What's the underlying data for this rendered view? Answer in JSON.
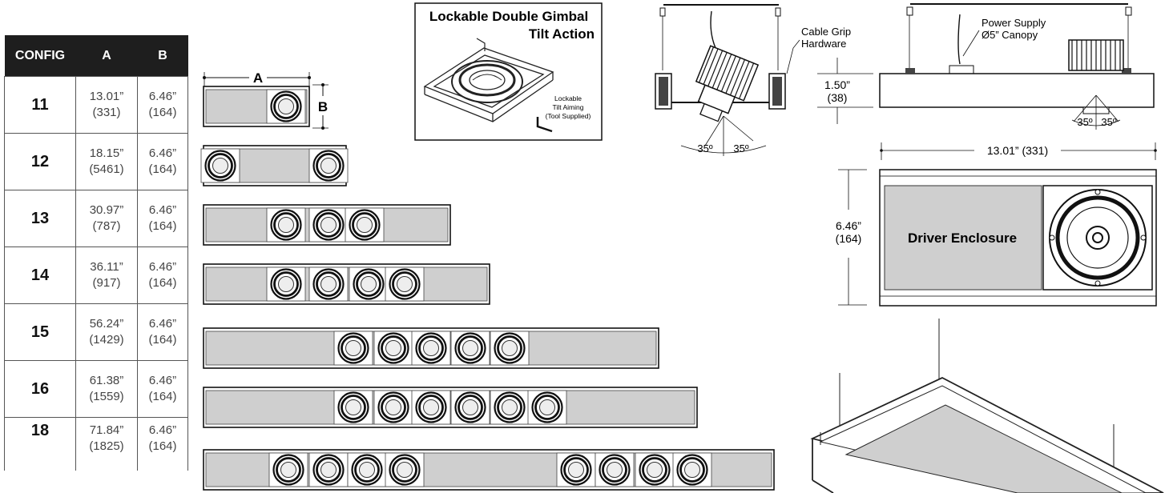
{
  "table": {
    "headers": {
      "config": "CONFIG",
      "a": "A",
      "b": "B"
    },
    "rows": [
      {
        "config": "11",
        "a": "13.01”",
        "a_mm": "(331)",
        "b": "6.46”",
        "b_mm": "(164)"
      },
      {
        "config": "12",
        "a": "18.15”",
        "a_mm": "(5461)",
        "b": "6.46”",
        "b_mm": "(164)"
      },
      {
        "config": "13",
        "a": "30.97”",
        "a_mm": "(787)",
        "b": "6.46”",
        "b_mm": "(164)"
      },
      {
        "config": "14",
        "a": "36.11”",
        "a_mm": "(917)",
        "b": "6.46”",
        "b_mm": "(164)"
      },
      {
        "config": "15",
        "a": "56.24”",
        "a_mm": "(1429)",
        "b": "6.46”",
        "b_mm": "(164)"
      },
      {
        "config": "16",
        "a": "61.38”",
        "a_mm": "(1559)",
        "b": "6.46”",
        "b_mm": "(164)"
      },
      {
        "config": "18",
        "a": "71.84”",
        "a_mm": "(1825)",
        "b": "6.46”",
        "b_mm": "(164)"
      }
    ]
  },
  "dimensions": {
    "a": "A",
    "b": "B"
  },
  "inset": {
    "title_line1": "Lockable Double Gimbal",
    "title_line2": "Tilt Action",
    "note_line1": "Lockable",
    "note_line2": "Tilt Aiming",
    "note_line3": "(Tool Supplied)"
  },
  "side_view": {
    "cable_grip_line1": "Cable Grip",
    "cable_grip_line2": "Hardware",
    "angle_left": "35º",
    "angle_right": "35º"
  },
  "front_view": {
    "power_supply_line1": "Power Supply",
    "power_supply_line2": "Ø5” Canopy",
    "height": "1.50”",
    "height_mm": "(38)",
    "angle_left": "35º",
    "angle_right": "35º"
  },
  "plan_view": {
    "length": "13.01” (331)",
    "width": "6.46”",
    "width_mm": "(164)",
    "enclosure_label": "Driver Enclosure"
  }
}
